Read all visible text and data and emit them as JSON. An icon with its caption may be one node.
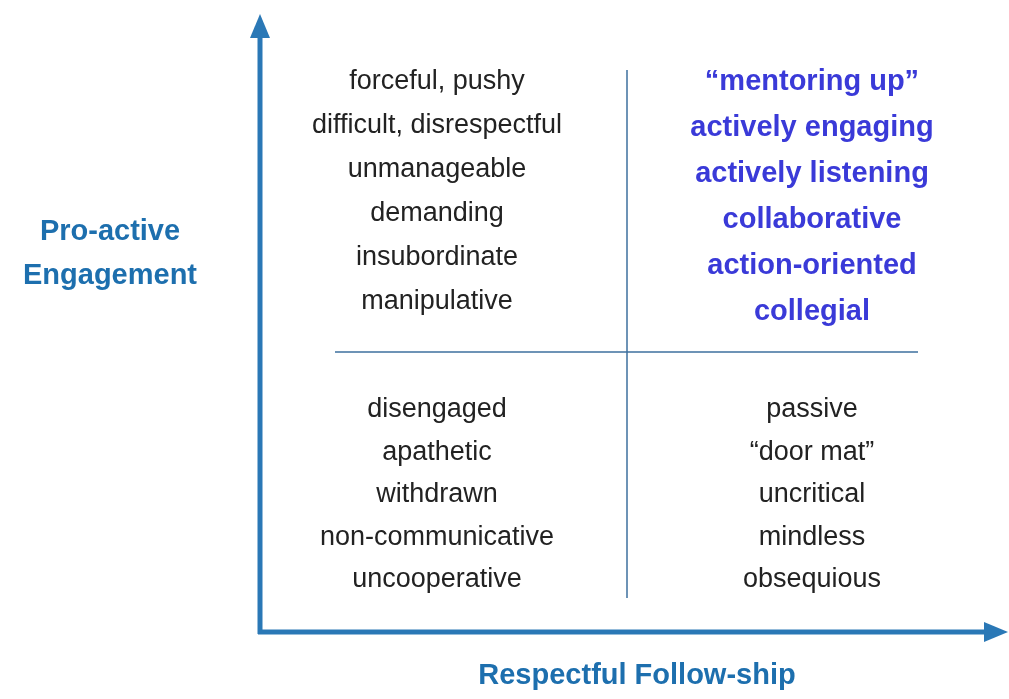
{
  "diagram": {
    "labels": [
      "Pro-active Engagement",
      "forceful, pushy",
      "difficult, disrespectful",
      "unmanageable",
      "demanding",
      "insubordinate",
      "manipulative",
      "“mentoring up”",
      "actively engaging",
      "actively listening",
      "collaborative",
      "action-oriented",
      "collegial",
      "disengaged",
      "apathetic",
      "withdrawn",
      "non-communicative",
      "uncooperative",
      "passive",
      "“door mat”",
      "uncritical",
      "mindless",
      "obsequious",
      "Respectful Follow-ship"
    ]
  }
}
